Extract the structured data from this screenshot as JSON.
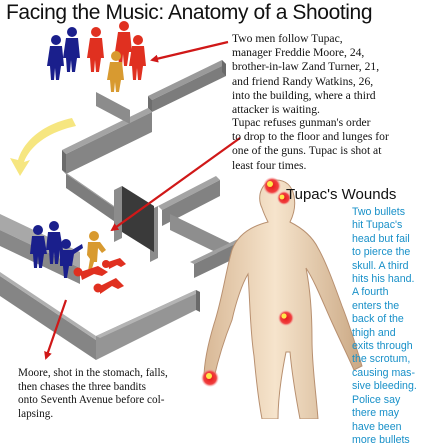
{
  "title": "Facing the Music: Anatomy of a Shooting",
  "captions": {
    "entry": "Two men follow Tupac,\nmanager Freddie Moore, 24,\nbrother-in-law Zand Turner, 21,\nand friend Randy Watkins, 26,\ninto the building, where a third\nattacker is waiting.",
    "gunman": "Tupac refuses gunman's order\nto drop to the floor and lunges for\none of the guns. Tupac is shot at\nleast four times.",
    "moore": "Moore, shot in the stomach, falls,\nthen chases the three bandits\nonto Seventh Avenue before col-\nlapsing."
  },
  "wounds": {
    "heading": "Tupac's Wounds",
    "text": "Two bullets\nhit Tupac's\nhead but fail\nto pierce the\nskull. A third\nhits his hand.\nA fourth\nenters the\nback of the\nthigh and\nexits through\nthe scrotum,\ncausing mas-\nsive bleeding.\nPolice say\nthere may\nhave been\nmore bullets"
  },
  "colors": {
    "attackers": "#1a1f8c",
    "victims": "#e03020",
    "tupac": "#d89a30",
    "walls": "#8a8a8a",
    "arrows": "#d01818",
    "wounds_text": "#1890c8",
    "body": "#f2dcc4"
  }
}
